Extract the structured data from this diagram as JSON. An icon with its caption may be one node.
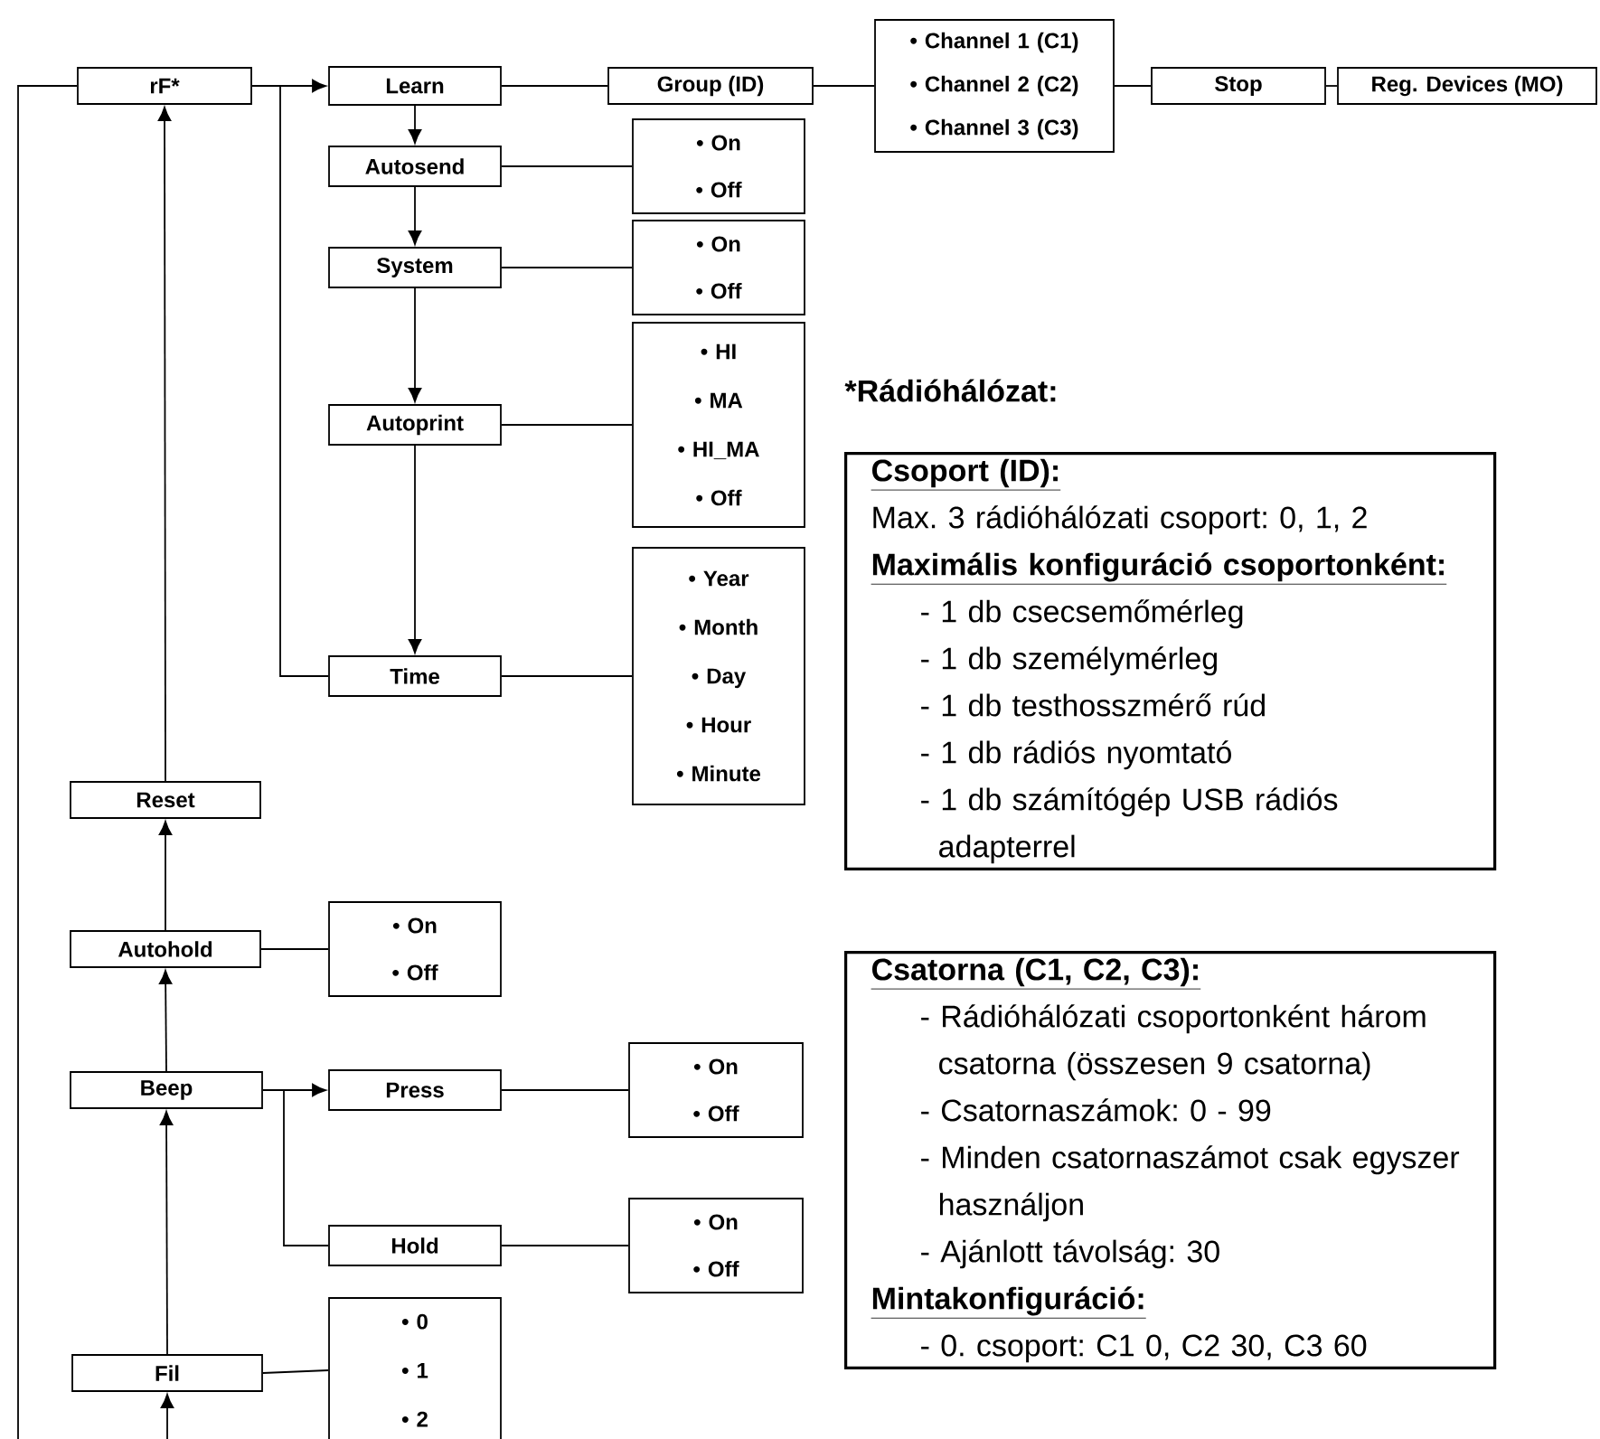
{
  "diagram": {
    "nodes": [
      {
        "text": [
          "rF*"
        ]
      },
      {
        "text": [
          "Learn"
        ]
      },
      {
        "text": [
          "Group (ID)"
        ]
      },
      {
        "text": [
          "• Channel 1 (C1)",
          "• Channel 2 (C2)",
          "• Channel 3 (C3)"
        ]
      },
      {
        "text": [
          "Stop"
        ]
      },
      {
        "text": [
          "Reg. Devices (MO)"
        ]
      },
      {
        "text": [
          "Autosend"
        ]
      },
      {
        "text": [
          "• On",
          "• Off"
        ]
      },
      {
        "text": [
          "System"
        ]
      },
      {
        "text": [
          "• On",
          "• Off"
        ]
      },
      {
        "text": [
          "Autoprint"
        ]
      },
      {
        "text": [
          "• HI",
          "• MA",
          "• HI_MA",
          "• Off"
        ]
      },
      {
        "text": [
          "Time"
        ]
      },
      {
        "text": [
          "• Year",
          "• Month",
          "• Day",
          "• Hour",
          "• Minute"
        ]
      },
      {
        "text": [
          "Reset"
        ]
      },
      {
        "text": [
          "Autohold"
        ]
      },
      {
        "text": [
          "• On",
          "• Off"
        ]
      },
      {
        "text": [
          "Beep"
        ]
      },
      {
        "text": [
          "Press"
        ]
      },
      {
        "text": [
          "• On",
          "• Off"
        ]
      },
      {
        "text": [
          "Hold"
        ]
      },
      {
        "text": [
          "• On",
          "• Off"
        ]
      },
      {
        "text": [
          "Fil"
        ]
      },
      {
        "text": [
          "• 0",
          "• 1",
          "• 2"
        ]
      },
      {
        "text": [
          "Csoport (ID):",
          "Max. 3 rádióhálózati csoport: 0, 1, 2",
          "Maximális konfiguráció csoportonként:",
          "- 1 db csecsemőmérleg",
          "- 1 db személymérleg",
          "- 1 db testhosszmérő rúd",
          "- 1 db rádiós nyomtató",
          "- 1 db számítógép USB rádiós adapterrel"
        ]
      },
      {
        "text": [
          "Csatorna (C1, C2, C3):",
          "- Rádióhálózati csoportonként három csatorna (összesen 9 csatorna)",
          "- Csatornaszámok: 0 - 99",
          "- Minden csatornaszámot csak egyszer használjon",
          "- Ajánlott távolság: 30",
          "Mintakonfiguráció:",
          "- 0. csoport: C1 0, C2 30, C3 60"
        ]
      }
    ],
    "edges": [
      {
        "from": 0,
        "to": 1,
        "arrow": "to"
      },
      {
        "from": 0,
        "to": 12,
        "arrow": "none"
      },
      {
        "from": 1,
        "to": 2,
        "arrow": "none"
      },
      {
        "from": 2,
        "to": 3,
        "arrow": "none"
      },
      {
        "from": 3,
        "to": 4,
        "arrow": "none"
      },
      {
        "from": 4,
        "to": 5,
        "arrow": "none"
      },
      {
        "from": 1,
        "to": 6,
        "arrow": "to"
      },
      {
        "from": 6,
        "to": 8,
        "arrow": "to"
      },
      {
        "from": 8,
        "to": 10,
        "arrow": "to"
      },
      {
        "from": 10,
        "to": 12,
        "arrow": "to"
      },
      {
        "from": 6,
        "to": 7,
        "arrow": "none"
      },
      {
        "from": 8,
        "to": 9,
        "arrow": "none"
      },
      {
        "from": 10,
        "to": 11,
        "arrow": "none"
      },
      {
        "from": 12,
        "to": 13,
        "arrow": "none"
      },
      {
        "from": 14,
        "to": 0,
        "arrow": "to"
      },
      {
        "from": 15,
        "to": 14,
        "arrow": "to"
      },
      {
        "from": 15,
        "to": 16,
        "arrow": "none"
      },
      {
        "from": 17,
        "to": 15,
        "arrow": "to"
      },
      {
        "from": 17,
        "to": 18,
        "arrow": "to"
      },
      {
        "from": 17,
        "to": 20,
        "arrow": "none"
      },
      {
        "from": 18,
        "to": 19,
        "arrow": "none"
      },
      {
        "from": 20,
        "to": 21,
        "arrow": "none"
      },
      {
        "from": 22,
        "to": 17,
        "arrow": "to"
      },
      {
        "from": 22,
        "to": 23,
        "arrow": "none"
      },
      {
        "from": null,
        "to": 22,
        "arrow": "to"
      },
      {
        "from": 0,
        "to": null,
        "arrow": "none"
      }
    ],
    "labels": [
      "*Rádióhálózat:"
    ]
  }
}
